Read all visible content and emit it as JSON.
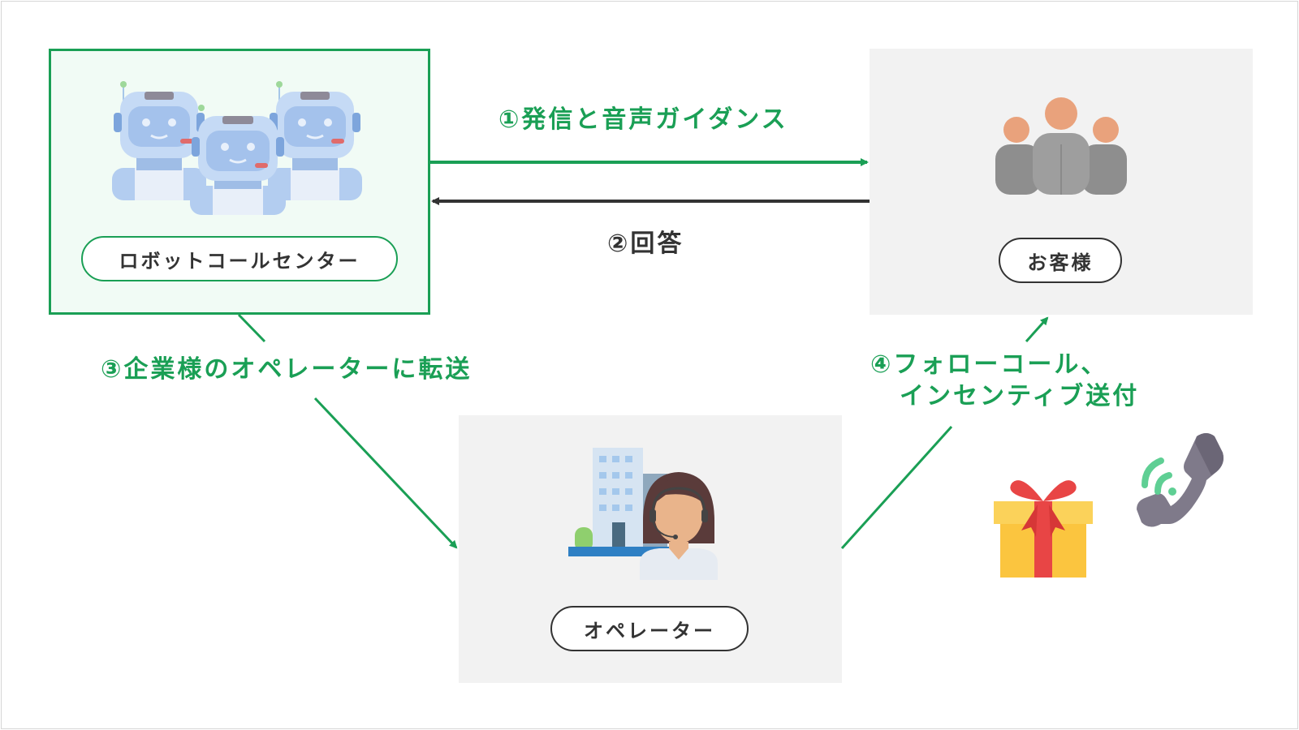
{
  "nodes": {
    "robot_center": {
      "label": "ロボットコールセンター"
    },
    "customer": {
      "label": "お客様"
    },
    "operator": {
      "label": "オペレーター"
    }
  },
  "edges": {
    "step1": {
      "label": "①発信と音声ガイダンス"
    },
    "step2": {
      "label": "②回答"
    },
    "step3": {
      "label": "③企業様のオペレーターに転送"
    },
    "step4": {
      "line1": "④フォローコール、",
      "line2": "インセンティブ送付"
    }
  },
  "colors": {
    "accent_green": "#1a9f55",
    "dark": "#333333",
    "panel_gray": "#f2f2f2",
    "panel_green": "#f1fbf5"
  },
  "icons": [
    "robot-operators-icon",
    "customers-group-icon",
    "operator-building-icon",
    "gift-box-icon",
    "phone-call-icon"
  ]
}
